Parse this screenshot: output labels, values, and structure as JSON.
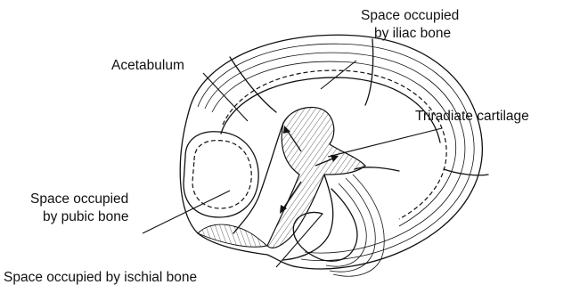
{
  "labels": {
    "iliac_line1": "Space occupied",
    "iliac_line2": "by iliac bone",
    "acetabulum": "Acetabulum",
    "triradiate": "Triradiate cartilage",
    "pubic_line1": "Space occupied",
    "pubic_line2": "by pubic bone",
    "ischial": "Space occupied by ischial bone"
  }
}
